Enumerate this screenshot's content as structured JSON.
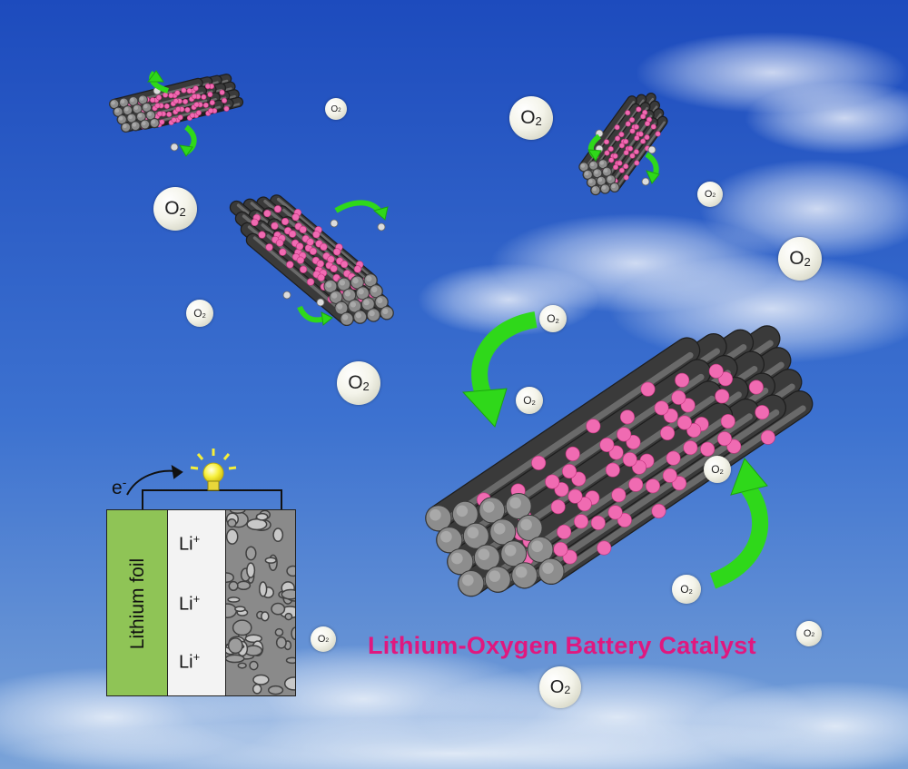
{
  "title": "Lithium-Oxygen Battery Catalyst",
  "molecule_label": {
    "main": "O",
    "subscript": "2"
  },
  "electrode": {
    "anode_label": "Lithium foil",
    "ion_label": {
      "main": "Li",
      "superscript": "+"
    },
    "electron_label": {
      "main": "e",
      "superscript": "-"
    }
  },
  "colors": {
    "title": "#e0187f",
    "sky_top": "#1f4fbf",
    "sky_bottom": "#6f9bd6",
    "rod": "#3a3a3a",
    "particle": "#f06bb2",
    "arrow_green": "#33e01f",
    "anode": "#8fc456",
    "ion_arrow": "#e21b1b",
    "bulb": "#f5ef3a"
  },
  "icons": [
    "lightbulb-icon",
    "curved-arrow-icon",
    "oxygen-bubble-icon",
    "nanorod-bundle-icon"
  ]
}
